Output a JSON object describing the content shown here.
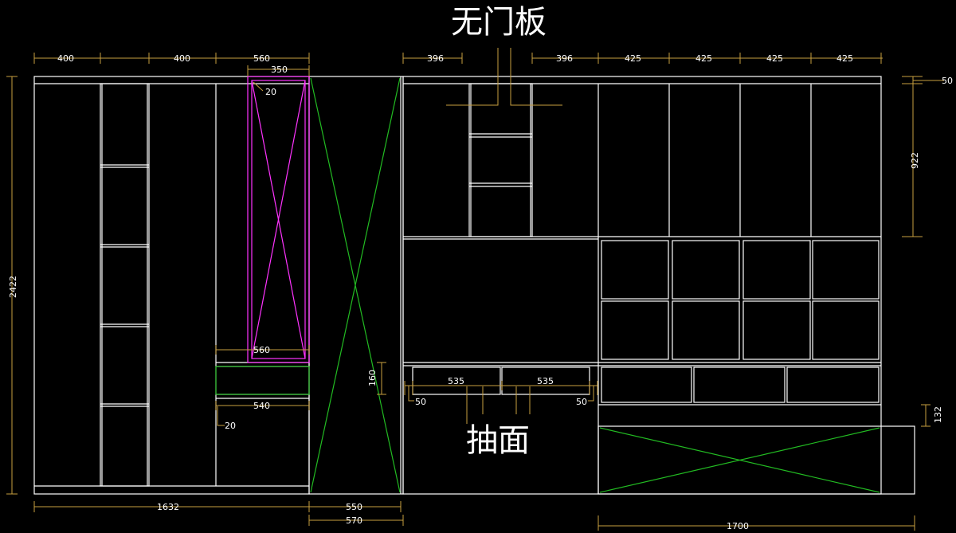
{
  "annotations": {
    "no_door_panel": "无门板",
    "drawer_face": "抽面"
  },
  "dimensions": {
    "top_400_a": "400",
    "top_400_b": "400",
    "top_560": "560",
    "top_350": "350",
    "top_396_a": "396",
    "top_396_b": "396",
    "top_425_a": "425",
    "top_425_b": "425",
    "top_425_c": "425",
    "top_425_d": "425",
    "right_50": "50",
    "right_922": "922",
    "right_132": "132",
    "left_2422": "2422",
    "inner_20_top": "20",
    "inner_560": "560",
    "inner_540": "540",
    "inner_20_bottom": "20",
    "mid_160": "160",
    "drawer_535_a": "535",
    "drawer_535_b": "535",
    "drawer_50_a": "50",
    "drawer_50_b": "50",
    "bottom_1632": "1632",
    "bottom_550": "550",
    "bottom_570": "570",
    "bottom_1700": "1700"
  },
  "colors": {
    "outline": "#ffffff",
    "dimension": "#c8a040",
    "accent_magenta": "#ff33ff",
    "accent_green": "#22bb22"
  }
}
